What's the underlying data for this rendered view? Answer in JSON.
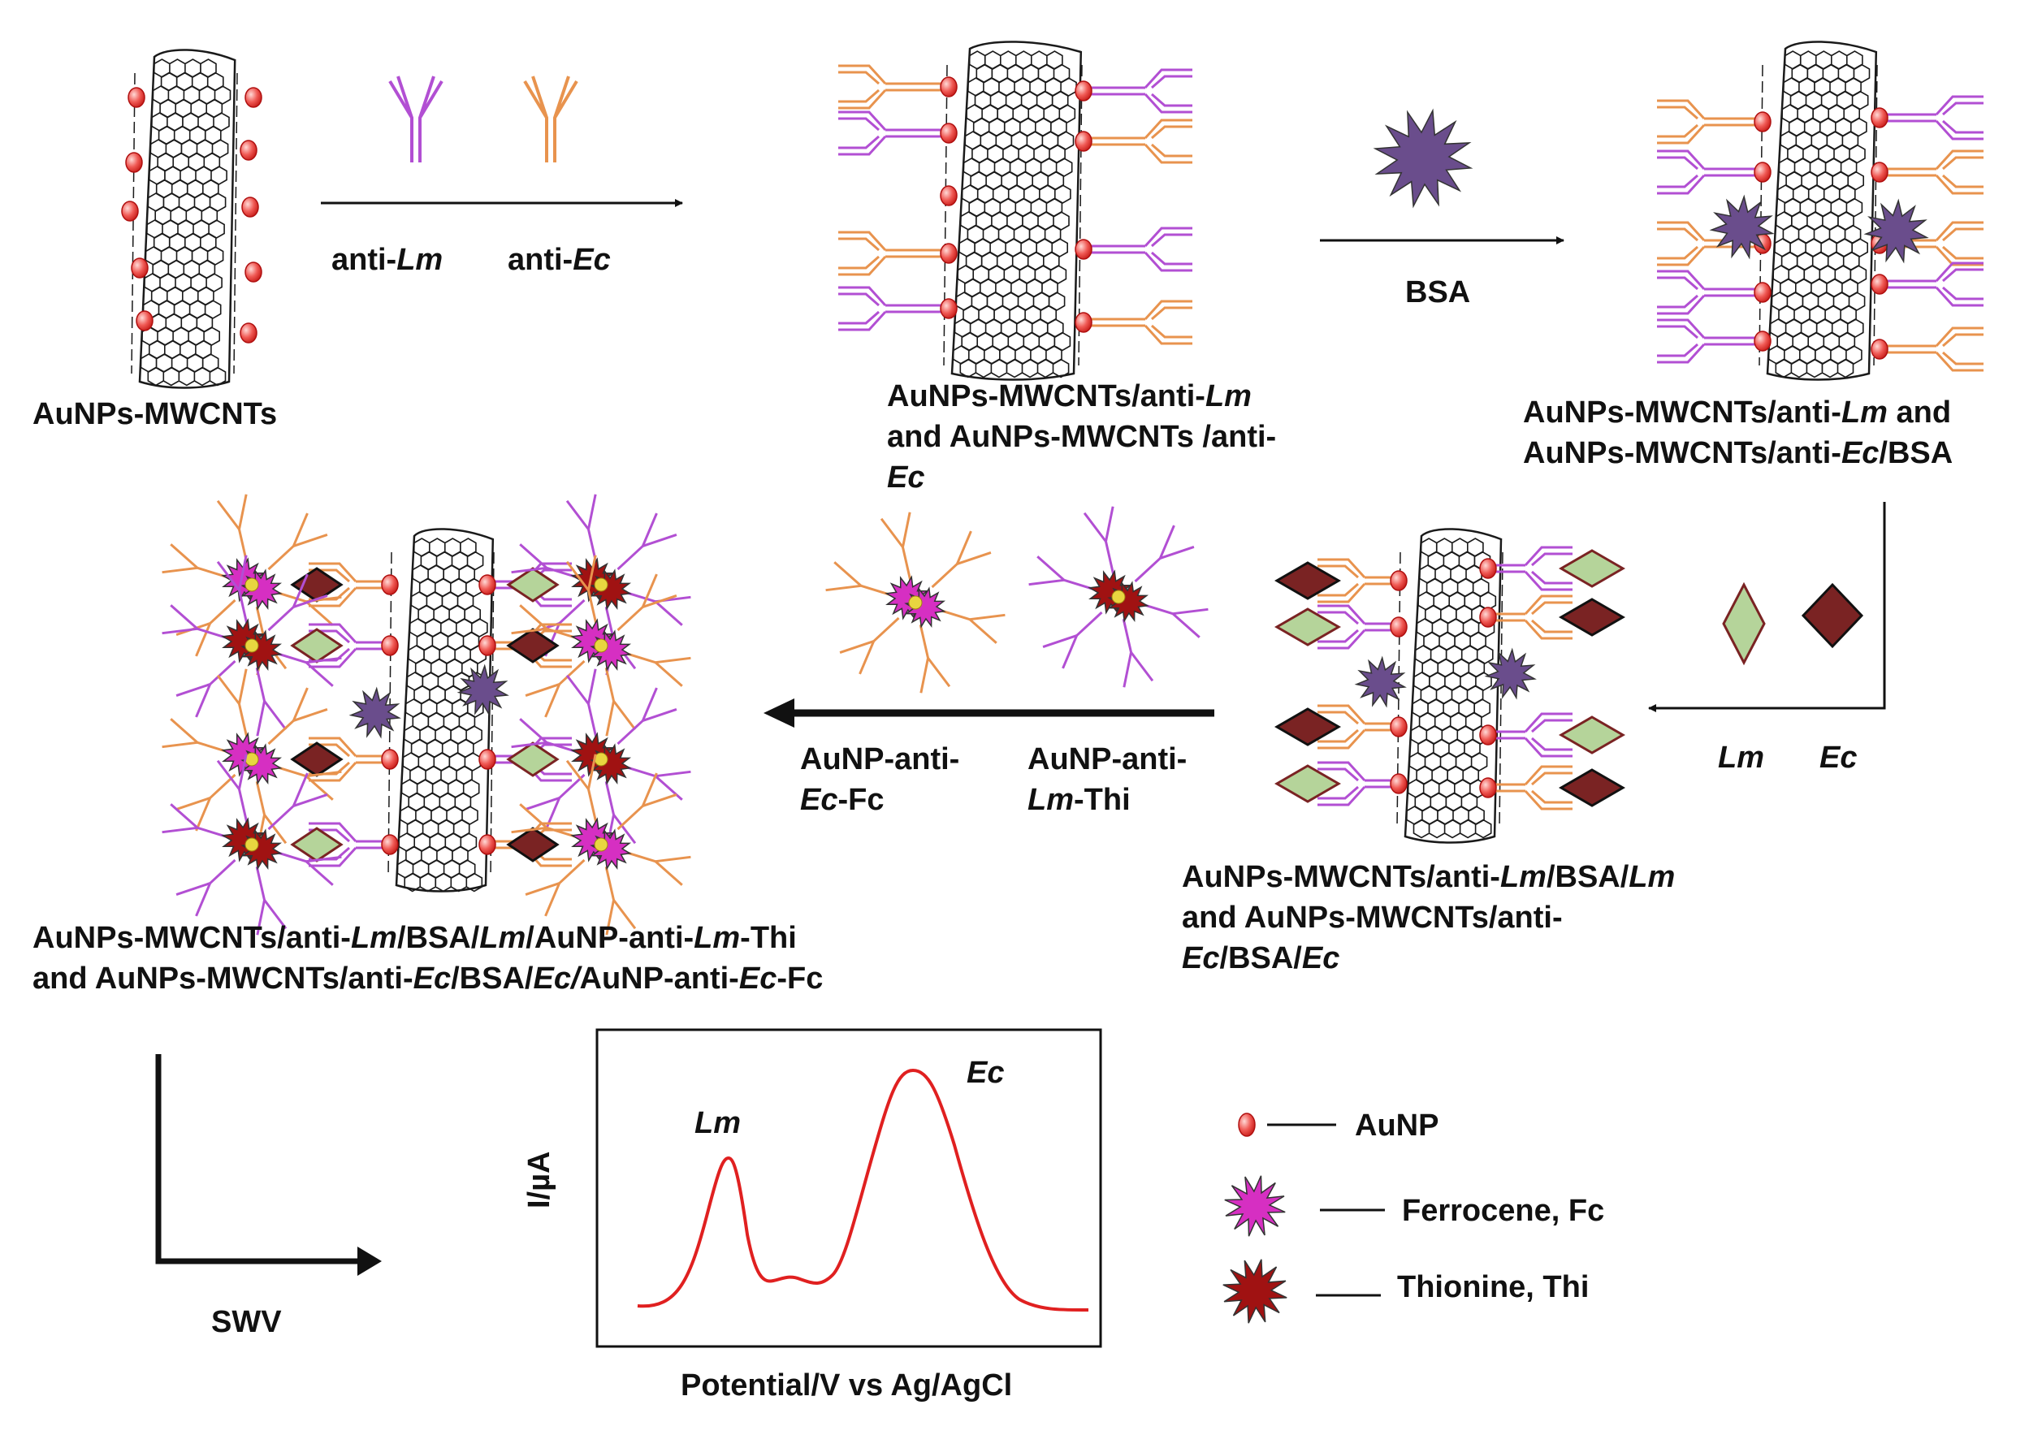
{
  "colors": {
    "anti_lm": "#b24fd3",
    "anti_ec": "#e8934e",
    "aunp": "#e8302c",
    "bsa": "#6a4d8c",
    "ferrocene": "#d62fc2",
    "thionine": "#a01212",
    "lm_antigen": "#b5d49a",
    "ec_antigen": "#7a2323",
    "nanotube": "#1a1a1a",
    "swv_curve": "#e02020"
  },
  "labels": {
    "step1_start": "AuNPs-MWCNTs",
    "step1_reagent_a_pre": "anti-",
    "step1_reagent_a_it": "Lm",
    "step1_reagent_b_pre": "anti-",
    "step1_reagent_b_it": "Ec",
    "step2_line1_pre": "AuNPs-MWCNTs/anti-",
    "step2_line1_it": "Lm",
    "step2_line2": "and AuNPs-MWCNTs /anti-",
    "step2_line3_it": "Ec",
    "bsa_reagent": "BSA",
    "step3_line1_pre": "AuNPs-MWCNTs/anti-",
    "step3_line1_it": "Lm",
    "step3_line1_post": " and",
    "step3_line2_pre": "AuNPs-MWCNTs/anti-",
    "step3_line2_it": "Ec",
    "step3_line2_post": "/BSA",
    "antigen_lm": "Lm",
    "antigen_ec": "Ec",
    "step4_l1_a": "AuNPs-MWCNTs/anti-",
    "step4_l1_b": "Lm",
    "step4_l1_c": "/BSA/",
    "step4_l1_d": "Lm",
    "step4_l2": "and AuNPs-MWCNTs/anti-",
    "step4_l3_a": "Ec",
    "step4_l3_b": "/BSA/",
    "step4_l3_c": "Ec",
    "probe_ec_l1": "AuNP-anti-",
    "probe_ec_l2_it": "Ec",
    "probe_ec_l2_post": "-Fc",
    "probe_lm_l1": "AuNP-anti-",
    "probe_lm_l2_it": "Lm",
    "probe_lm_l2_post": "-Thi",
    "final_l1_a": "AuNPs-MWCNTs/anti-",
    "final_l1_b": "Lm",
    "final_l1_c": "/BSA/",
    "final_l1_d": "Lm",
    "final_l1_e": "/AuNP-anti-",
    "final_l1_f": "Lm",
    "final_l1_g": "-Thi",
    "final_l2_a": "and AuNPs-MWCNTs/anti-",
    "final_l2_b": "Ec",
    "final_l2_c": "/BSA/",
    "final_l2_d": "Ec/",
    "final_l2_e": "AuNP-anti-",
    "final_l2_f": "Ec",
    "final_l2_g": "-Fc",
    "swv": "SWV",
    "plot_ylabel": "I/µA",
    "plot_xlabel": "Potential/V vs Ag/AgCl",
    "peak_lm": "Lm",
    "peak_ec": "Ec",
    "legend_aunp": "AuNP",
    "legend_fc": "Ferrocene, Fc",
    "legend_thi": "Thionine,  Thi"
  }
}
